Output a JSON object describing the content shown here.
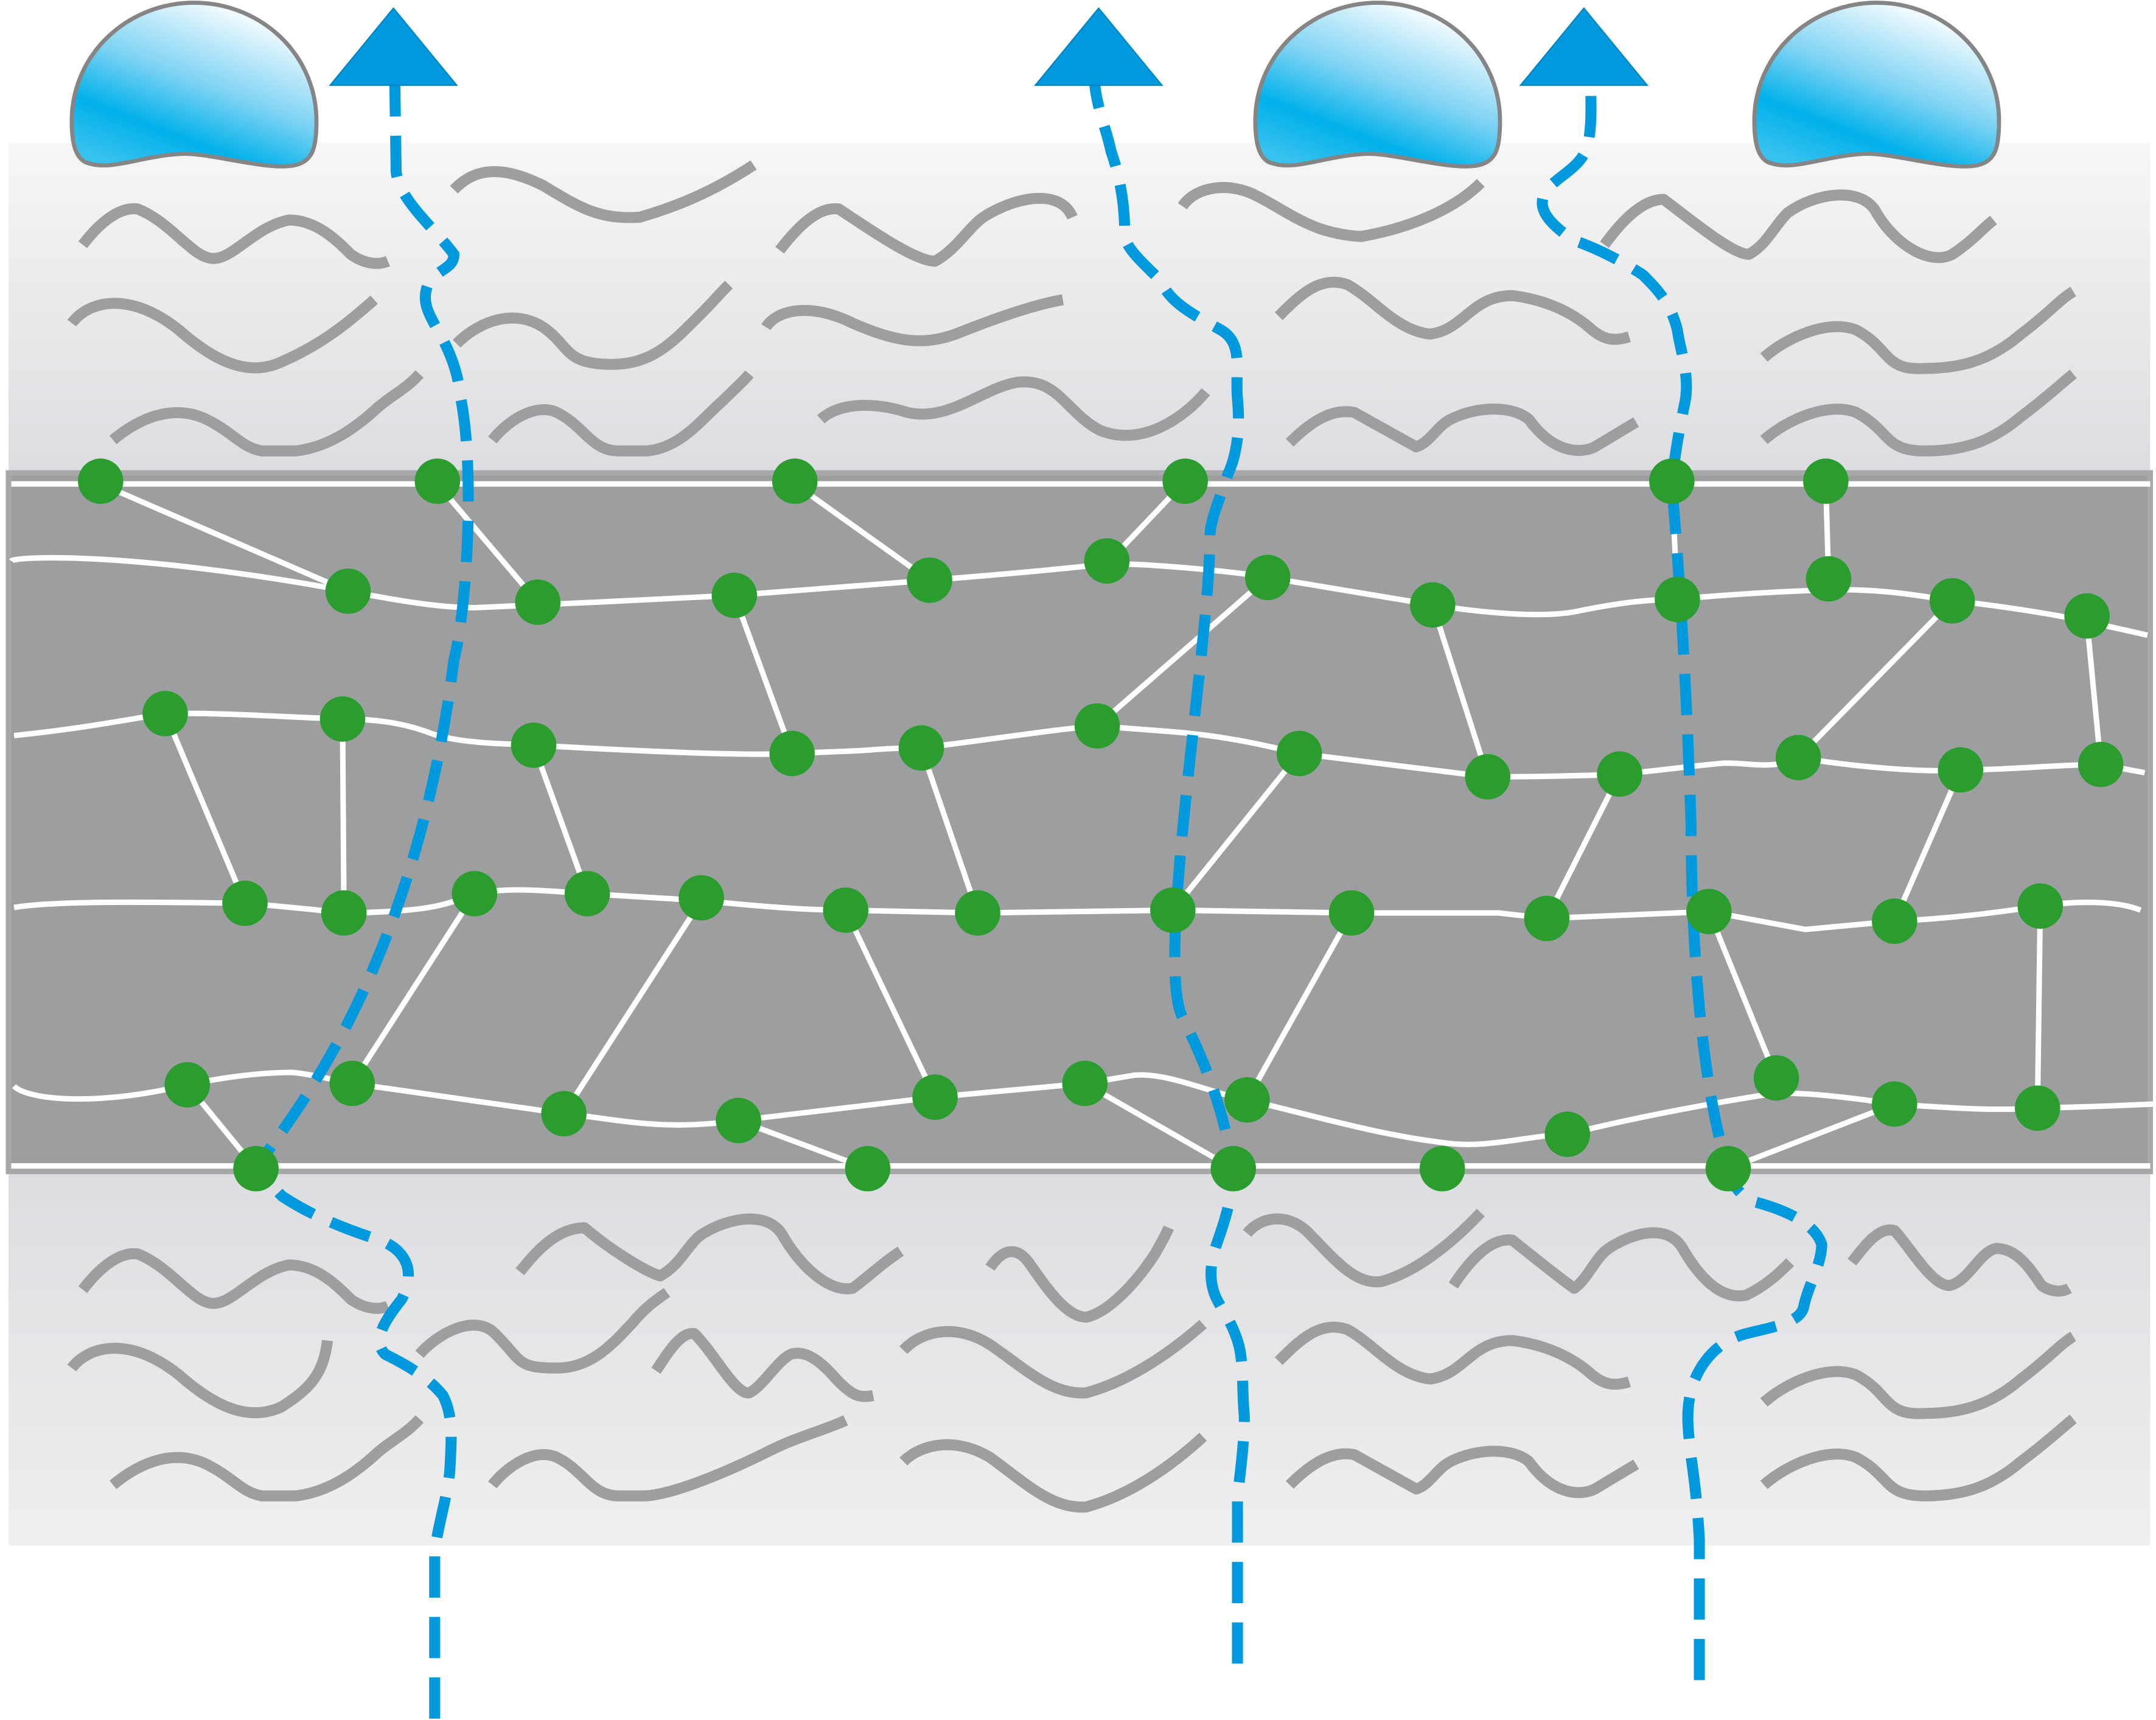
{
  "diagram": {
    "colors": {
      "background": "#ffffff",
      "outer_layer_light": "#f4f4f5",
      "outer_layer_dark": "#dcdde0",
      "crosslinked_layer": "#9d9e9f",
      "layer_border": "#a7a8aa",
      "crosslink_line": "#ffffff",
      "crosslink_node": "#2a9d2e",
      "polymer_chain": "#9d9e9f",
      "water_path": "#0099dd",
      "droplet_edge": "#858585",
      "droplet_fill_light": "#ffffff",
      "droplet_fill_dark": "#00aee8"
    },
    "layers": [
      "top-hydrophilic-layer",
      "crosslinked-network-layer",
      "bottom-hydrophilic-layer"
    ],
    "icons": [
      "water-droplet-icon",
      "arrow-up-icon",
      "crosslink-node"
    ],
    "droplet_count": 4,
    "arrow_count": 3,
    "crosslink_node_count": 65,
    "water_path_count": 3
  }
}
